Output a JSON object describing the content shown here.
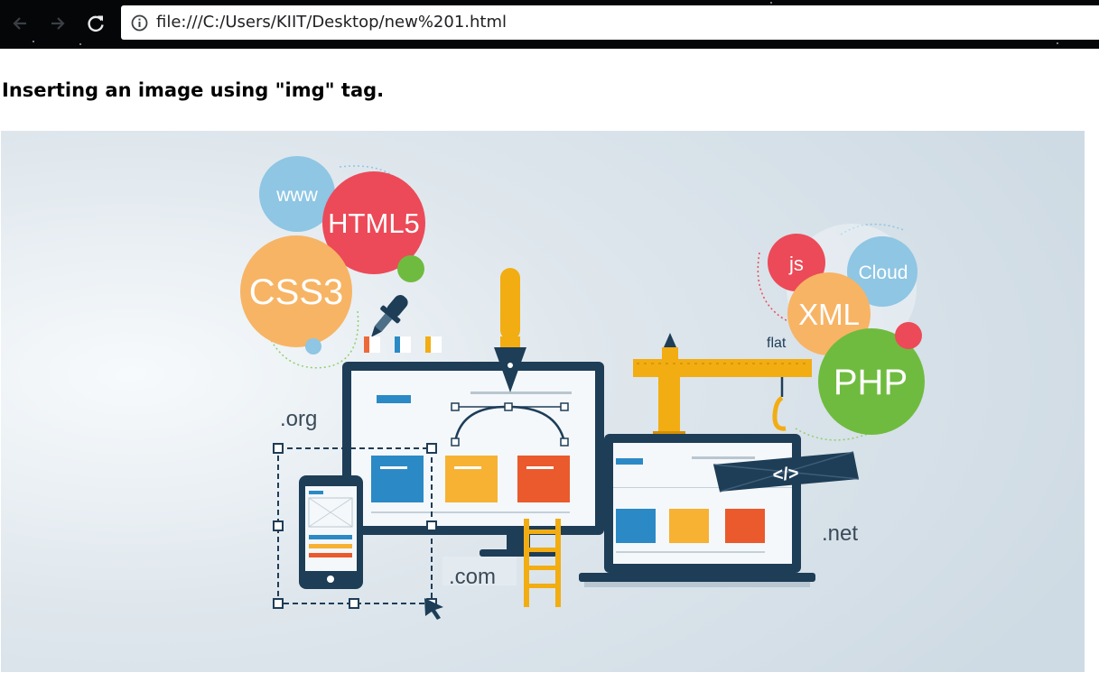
{
  "browser": {
    "url": "file:///C:/Users/KIIT/Desktop/new%201.html",
    "back_icon": "arrow-left-icon",
    "forward_icon": "arrow-right-icon",
    "reload_icon": "reload-icon",
    "site_info_icon": "info-icon"
  },
  "page": {
    "heading": "Inserting an image using \"img\" tag."
  },
  "image": {
    "labels": {
      "www": "www",
      "html5": "HTML5",
      "css3": "CSS3",
      "js": "js",
      "cloud": "Cloud",
      "xml": "XML",
      "php": "PHP",
      "flat": "flat",
      "org": ".org",
      "com": ".com",
      "net": ".net",
      "code_tag": "</>"
    },
    "colors": {
      "background": "#d5dfe6",
      "blue": "#8ec6e4",
      "red": "#ec4a58",
      "orange": "#f7b465",
      "green": "#6fbb3f",
      "navy": "#1e3d57",
      "yellow": "#f2ad12"
    }
  }
}
